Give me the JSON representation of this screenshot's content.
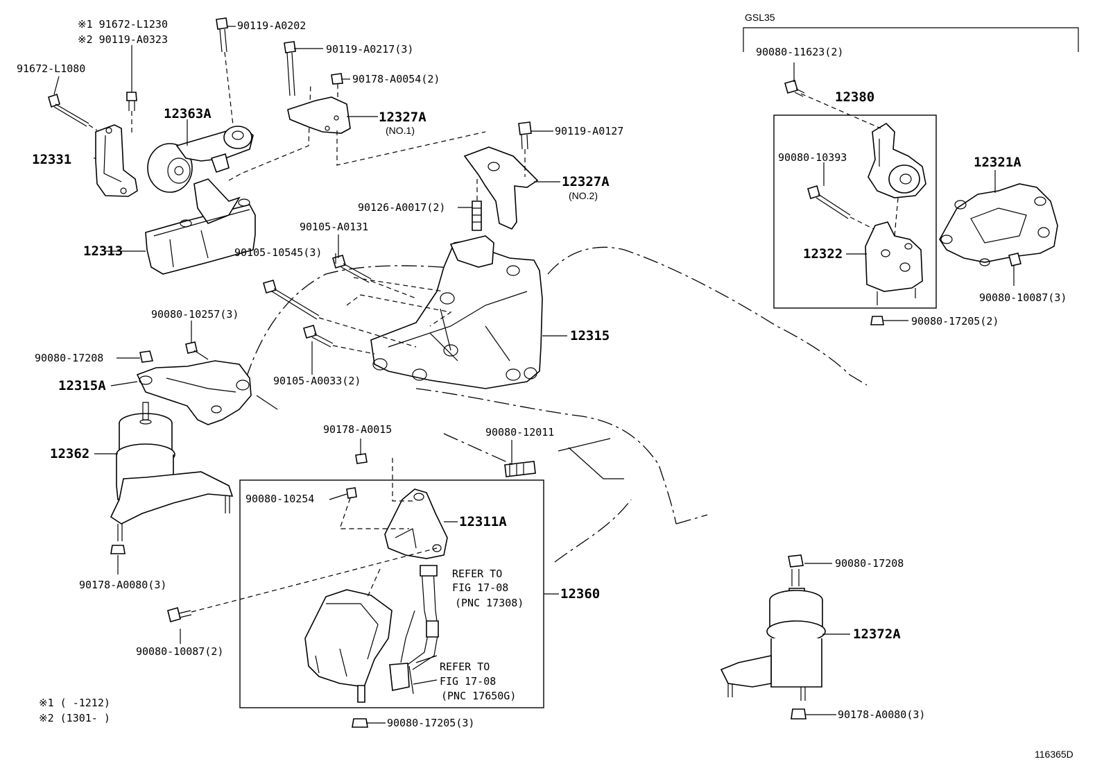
{
  "labels": {
    "note1_top": "※1 91672-L1230",
    "note2_top": "※2 90119-A0323",
    "p_91672_L1080": "91672-L1080",
    "p_12331": "12331",
    "p_12363A": "12363A",
    "p_90119_A0202": "90119-A0202",
    "p_90119_A0217": "90119-A0217(3)",
    "p_90178_A0054": "90178-A0054(2)",
    "p_12327A_no1": "12327A",
    "p_no1": "(NO.1)",
    "p_90119_A0127": "90119-A0127",
    "p_12327A_no2": "12327A",
    "p_no2": "(NO.2)",
    "p_90126_A0017": "90126-A0017(2)",
    "p_12313": "12313",
    "p_90105_A0131": "90105-A0131",
    "p_90105_10545": "90105-10545(3)",
    "p_12315": "12315",
    "p_90080_10257": "90080-10257(3)",
    "p_90080_17208_left": "90080-17208",
    "p_12315A": "12315A",
    "p_90105_A0033": "90105-A0033(2)",
    "p_12362": "12362",
    "p_90178_A0080_left": "90178-A0080(3)",
    "p_90178_A0015": "90178-A0015",
    "p_90080_12011": "90080-12011",
    "p_90080_10254": "90080-10254",
    "p_12311A": "12311A",
    "p_12360": "12360",
    "p_90080_10087_left": "90080-10087(2)",
    "p_90080_17205_bottom": "90080-17205(3)",
    "ref1_a": "REFER TO",
    "ref1_b": "FIG 17-08",
    "ref1_c": "(PNC 17308)",
    "ref2_a": "REFER TO",
    "ref2_b": "FIG 17-08",
    "ref2_c": "(PNC 17650G)",
    "foot1": "※1 (    -1212)",
    "foot2": "※2 (1301-    )",
    "gsl35": "GSL35",
    "p_90080_11623": "90080-11623(2)",
    "p_12380": "12380",
    "p_90080_10393": "90080-10393",
    "p_12322": "12322",
    "p_12321A": "12321A",
    "p_90080_10087_right": "90080-10087(3)",
    "p_90080_17205_right": "90080-17205(2)",
    "p_90080_17208_right": "90080-17208",
    "p_12372A": "12372A",
    "p_90178_A0080_right": "90178-A0080(3)",
    "diagram_id": "116365D"
  }
}
